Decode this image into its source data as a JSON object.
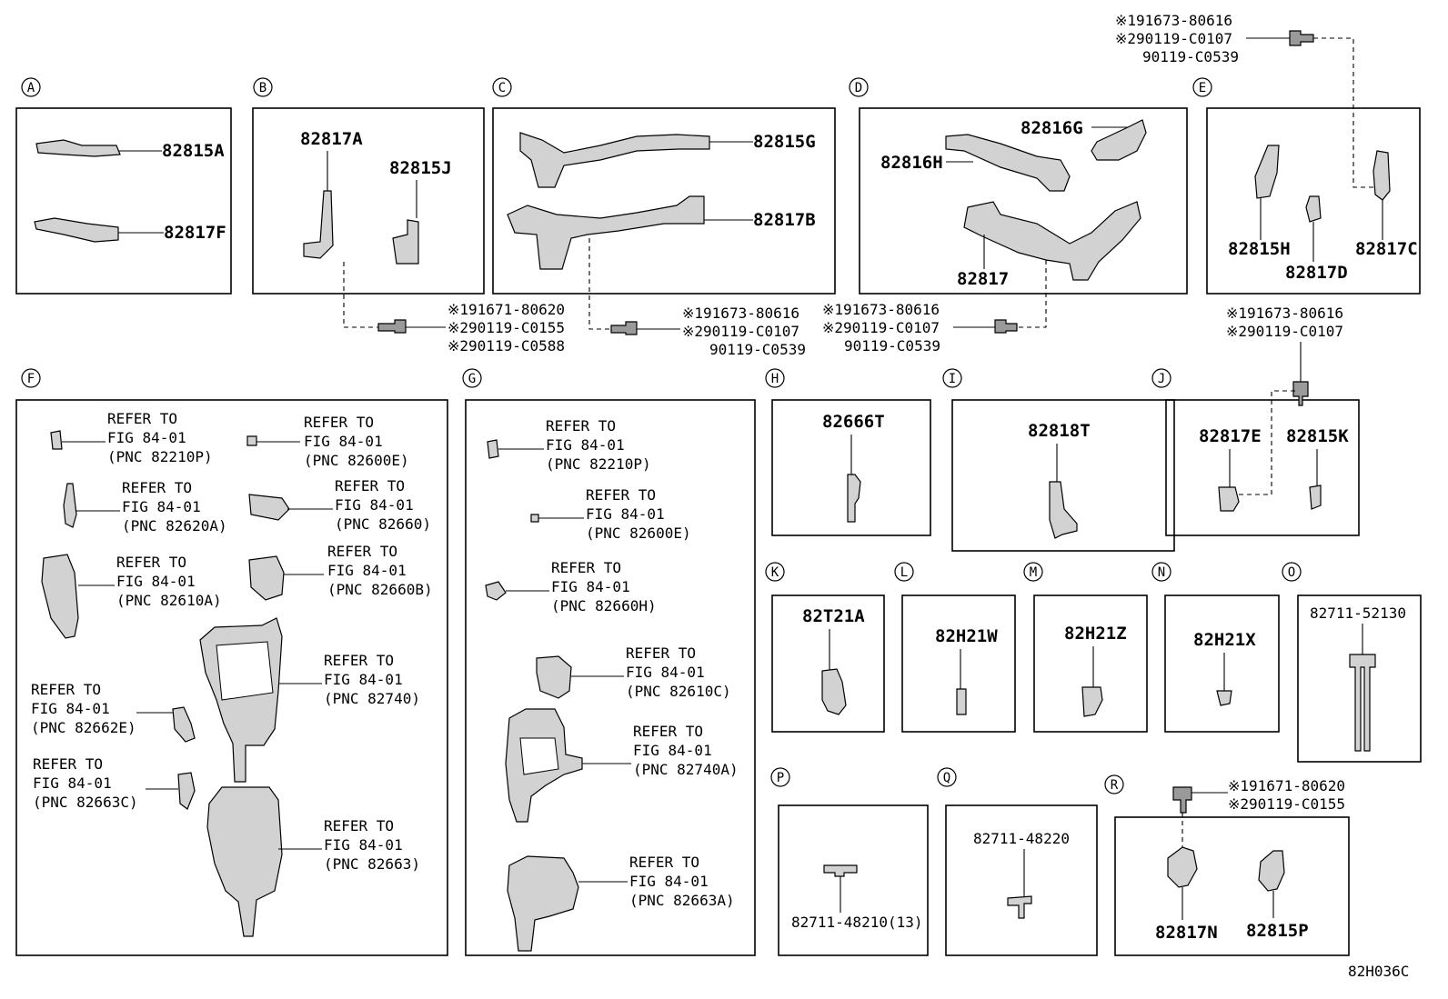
{
  "diagram_code": "82H036C",
  "refer_line1": "REFER TO",
  "refer_line2": "FIG 84-01",
  "sections": [
    {
      "letter": "A",
      "parts": [
        "82815A",
        "82817F"
      ]
    },
    {
      "letter": "B",
      "parts": [
        "82817A",
        "82815J"
      ]
    },
    {
      "letter": "C",
      "parts": [
        "82815G",
        "82817B"
      ]
    },
    {
      "letter": "D",
      "parts": [
        "82816G",
        "82816H",
        "82817"
      ]
    },
    {
      "letter": "E",
      "parts": [
        "82815H",
        "82817D",
        "82817C"
      ]
    },
    {
      "letter": "F",
      "refs": [
        "(PNC 82210P)",
        "(PNC 82600E)",
        "(PNC 82620A)",
        "(PNC 82660)",
        "(PNC 82610A)",
        "(PNC 82660B)",
        "(PNC 82740)",
        "(PNC 82662E)",
        "(PNC 82663C)",
        "(PNC 82663)"
      ]
    },
    {
      "letter": "G",
      "refs": [
        "(PNC 82210P)",
        "(PNC 82600E)",
        "(PNC 82660H)",
        "(PNC 82610C)",
        "(PNC 82740A)",
        "(PNC 82663A)"
      ]
    },
    {
      "letter": "H",
      "parts": [
        "82666T"
      ]
    },
    {
      "letter": "I",
      "parts": [
        "82818T"
      ]
    },
    {
      "letter": "J",
      "parts": [
        "82817E",
        "82815K"
      ]
    },
    {
      "letter": "K",
      "parts": [
        "82T21A"
      ]
    },
    {
      "letter": "L",
      "parts": [
        "82H21W"
      ]
    },
    {
      "letter": "M",
      "parts": [
        "82H21Z"
      ]
    },
    {
      "letter": "N",
      "parts": [
        "82H21X"
      ]
    },
    {
      "letter": "O",
      "parts": [
        "82711-52130"
      ]
    },
    {
      "letter": "P",
      "parts": [
        "82711-48210(13)"
      ]
    },
    {
      "letter": "Q",
      "parts": [
        "82711-48220"
      ]
    },
    {
      "letter": "R",
      "parts": [
        "82817N",
        "82815P"
      ]
    }
  ],
  "fasteners": {
    "top_right": [
      "※191673-80616",
      "※290119-C0107",
      "90119-C0539"
    ],
    "b": [
      "※191671-80620",
      "※290119-C0155",
      "※290119-C0588"
    ],
    "c": [
      "※191673-80616",
      "※290119-C0107",
      "90119-C0539"
    ],
    "d": [
      "※191673-80616",
      "※290119-C0107",
      "90119-C0539"
    ],
    "j": [
      "※191673-80616",
      "※290119-C0107"
    ],
    "r": [
      "※191671-80620",
      "※290119-C0155"
    ]
  },
  "icon_names": [
    "bolt-icon",
    "bracket-part-icon",
    "harness-part-icon"
  ]
}
